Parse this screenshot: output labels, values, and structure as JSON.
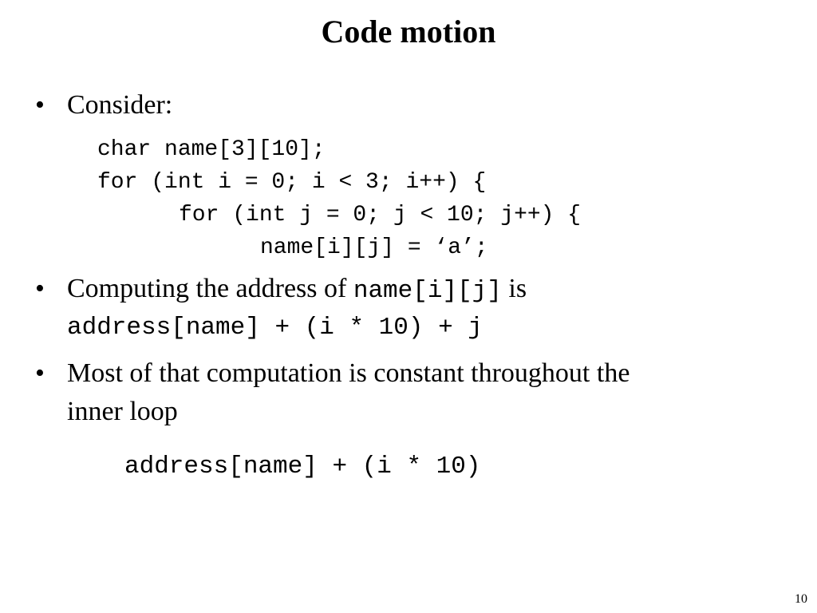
{
  "slide": {
    "title": "Code motion",
    "bullets": [
      {
        "bullet_char": "•",
        "text": "Consider:"
      },
      {
        "bullet_char": "•",
        "text_before": "Computing the address of ",
        "code": "name[i][j]",
        "text_after": " is",
        "formula": "address[name] + (i * 10) + j"
      },
      {
        "bullet_char": "•",
        "line1": "Most of that computation is constant throughout the",
        "line2": "inner loop"
      }
    ],
    "code_block": [
      "char name[3][10];",
      "for (int i = 0; i < 3; i++) {",
      "for (int j = 0; j < 10; j++) {",
      "name[i][j] = ‘a’;"
    ],
    "hoisted_expression": "address[name] + (i * 10)",
    "page_number": "10"
  }
}
